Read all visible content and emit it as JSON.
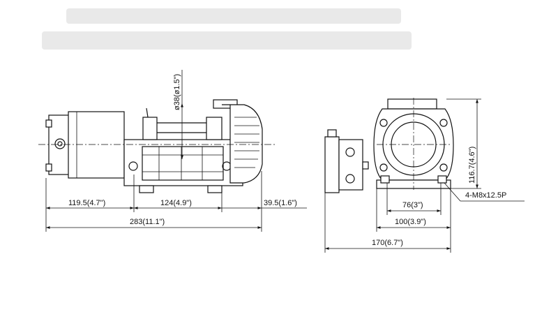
{
  "dimensions": {
    "drum_diameter": "ø38(ø1.5\")",
    "motor_length": "119.5(4.7\")",
    "drum_length": "124(4.9\")",
    "gearbox_length": "39.5(1.6\")",
    "overall_length": "283(11.1\")",
    "height": "116.7(4.6\")",
    "bolt_spacing_inner": "76(3\")",
    "bolt_spacing_outer": "100(3.9\")",
    "overall_width": "170(6.7\")",
    "bolt_spec": "4-M8x12.5P"
  }
}
